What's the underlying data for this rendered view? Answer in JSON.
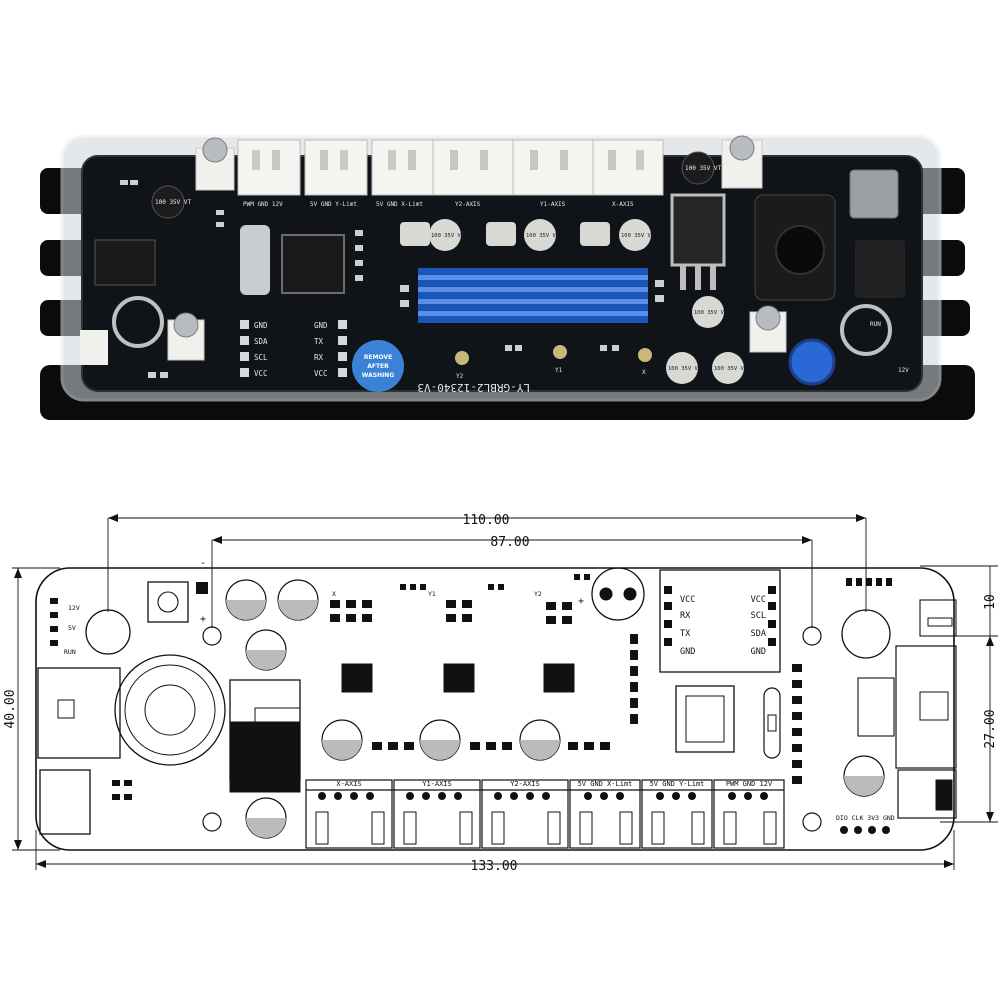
{
  "photo": {
    "silk_top": [
      "PWM GND 12V",
      "5V GND Y-Limt",
      "5V GND X-Limt",
      "Y2-AXIS",
      "Y1-AXIS",
      "X-AXIS"
    ],
    "pin_left": [
      "GND",
      "SDA",
      "SCL",
      "VCC"
    ],
    "pin_right": [
      "GND",
      "TX",
      "RX",
      "VCC"
    ],
    "cap_label": "100 35V VT",
    "model": "LY-GRBL2-12340-V3",
    "sticker": [
      "REMOVE",
      "AFTER",
      "WASHING"
    ],
    "pot_labels": [
      "Y2",
      "Y1",
      "X"
    ],
    "run_label": "RUN",
    "v12_label": "12V"
  },
  "drawing": {
    "dims": {
      "overall_length": "133.00",
      "hole_spacing_outer": "110.00",
      "hole_spacing_inner": "87.00",
      "height": "40.00",
      "right_height": "27.00",
      "right_small": "10"
    },
    "connectors": [
      "X-AXIS",
      "Y1-AXIS",
      "Y2-AXIS",
      "5V GND X-Limt",
      "5V GND Y-Limt",
      "PWM GND 12V"
    ],
    "module_pins_left": [
      "VCC",
      "RX",
      "TX",
      "GND"
    ],
    "module_pins_right": [
      "VCC",
      "SCL",
      "SDA",
      "GND"
    ],
    "left_labels": [
      "12V",
      "5V",
      "RUN"
    ],
    "pot_labels": [
      "X",
      "Y1",
      "Y2"
    ],
    "header_labels": "DIO CLK 3V3 GND",
    "cap_marks": [
      "+",
      "-"
    ]
  }
}
